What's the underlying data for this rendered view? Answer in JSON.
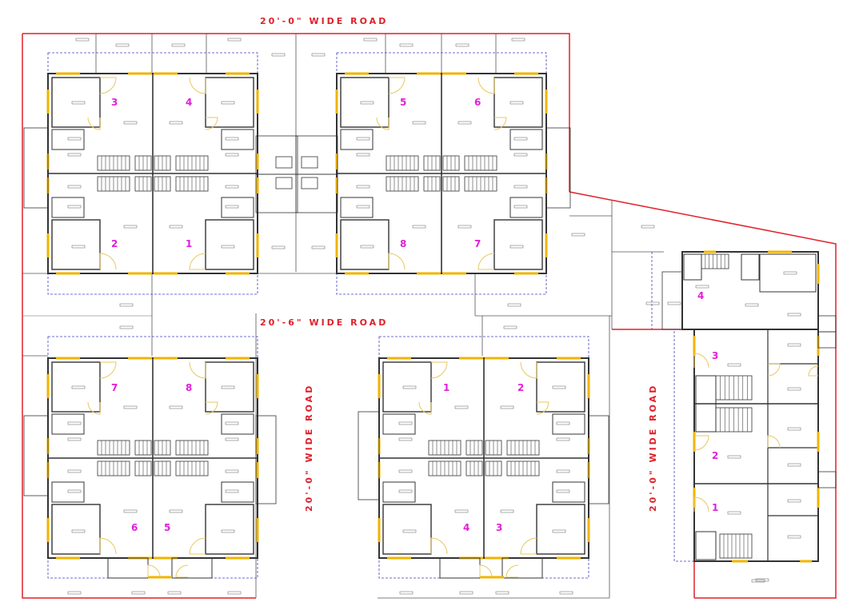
{
  "drawing": {
    "type": "site floor plan",
    "roads": {
      "top": "20'-0\" WIDE ROAD",
      "middle": "20'-6\" WIDE ROAD",
      "vertical_center": "20'-0\" WIDE ROAD",
      "vertical_right": "20'-0\" WIDE ROAD"
    },
    "blocks": {
      "top_left": {
        "units": [
          "3",
          "4",
          "2",
          "1"
        ]
      },
      "top_right": {
        "units": [
          "5",
          "6",
          "8",
          "7"
        ]
      },
      "bottom_left": {
        "units": [
          "7",
          "8",
          "6",
          "5"
        ]
      },
      "bottom_center": {
        "units": [
          "1",
          "2",
          "4",
          "3"
        ]
      },
      "right": {
        "units": [
          "4",
          "3",
          "2",
          "1"
        ]
      }
    },
    "colors": {
      "plot_boundary": "#e0202a",
      "setback_line": "#4040c0",
      "walls": "#333333",
      "windows": "#f0b400",
      "unit_numbers": "#e020d8",
      "road_text": "#e0202a"
    }
  }
}
